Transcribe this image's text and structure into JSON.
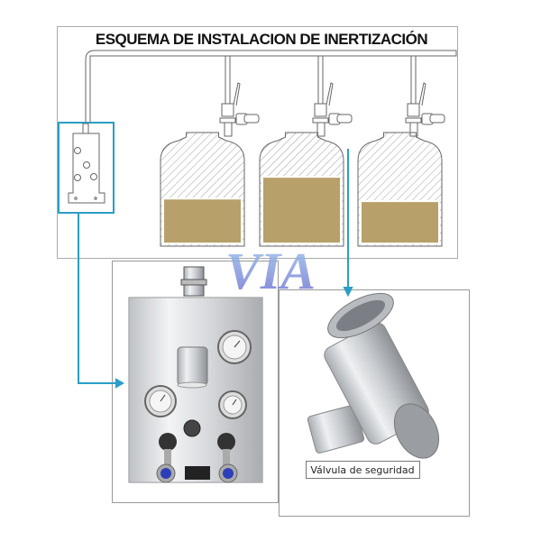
{
  "diagram": {
    "title": "ESQUEMA DE INSTALACION DE INERTIZACIÓN",
    "tanks": [
      {
        "name": "tank-1",
        "fill_level": 0.35
      },
      {
        "name": "tank-2",
        "fill_level": 0.52
      },
      {
        "name": "tank-3",
        "fill_level": 0.33
      }
    ]
  },
  "watermark": "VIA",
  "photos": {
    "safety_valve_label": "Válvula de seguridad"
  },
  "colors": {
    "accent": "#2a9ec7",
    "liquid": "#b8a06a",
    "frame": "#9a9a9a"
  }
}
